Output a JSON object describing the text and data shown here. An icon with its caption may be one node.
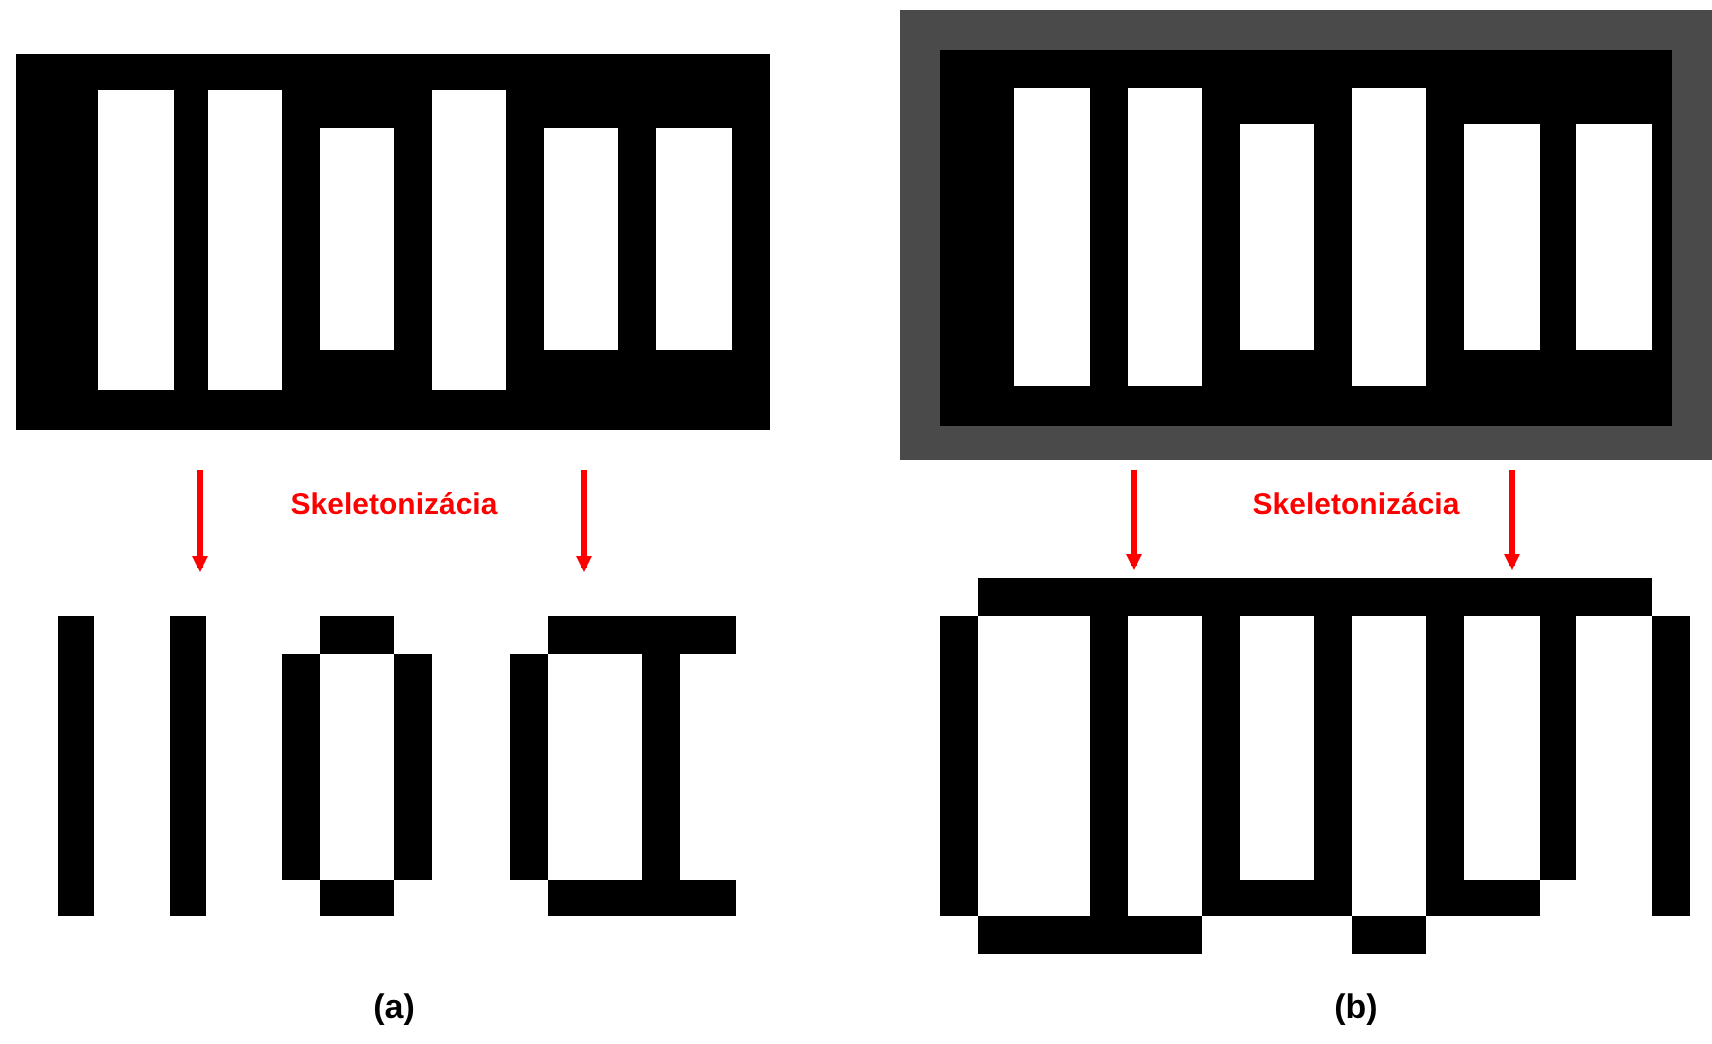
{
  "diagram": {
    "nodes": [
      {
        "text": [],
        "shape": "picture"
      },
      {
        "text": [],
        "shape": "picture"
      },
      {
        "text": [],
        "shape": "picture"
      },
      {
        "text": [],
        "shape": "picture"
      }
    ],
    "edges": [
      {
        "from": 0,
        "to": 2,
        "arrow": "to"
      },
      {
        "from": 0,
        "to": 2,
        "arrow": "to"
      },
      {
        "from": 1,
        "to": 3,
        "arrow": "to"
      },
      {
        "from": 1,
        "to": 3,
        "arrow": "to"
      }
    ],
    "labels": [
      "Skeletonizácia",
      "Skeletonizácia",
      "(a)",
      "(b)"
    ]
  }
}
